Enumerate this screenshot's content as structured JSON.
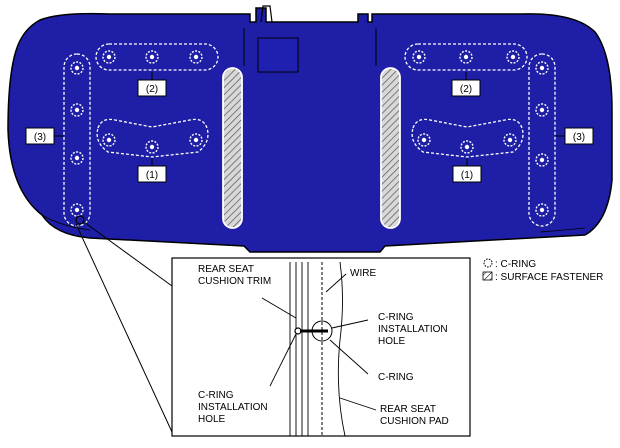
{
  "labels": {
    "ref_1": "(1)",
    "ref_2": "(2)",
    "ref_3": "(3)"
  },
  "legend": {
    "c_ring": ": C-RING",
    "surface_fastener": ": SURFACE FASTENER"
  },
  "detail": {
    "trim": [
      "REAR SEAT",
      "CUSHION TRIM"
    ],
    "wire": "WIRE",
    "install_hole_right": [
      "C-RING",
      "INSTALLATION",
      "HOLE"
    ],
    "c_ring": "C-RING",
    "install_hole_left": [
      "C-RING",
      "INSTALLATION",
      "HOLE"
    ],
    "pad": [
      "REAR SEAT",
      "CUSHION PAD"
    ]
  },
  "colors": {
    "cushion_fill": "#1e1ea6",
    "cushion_outline": "#000000",
    "hatch": "#c8c8c8"
  }
}
